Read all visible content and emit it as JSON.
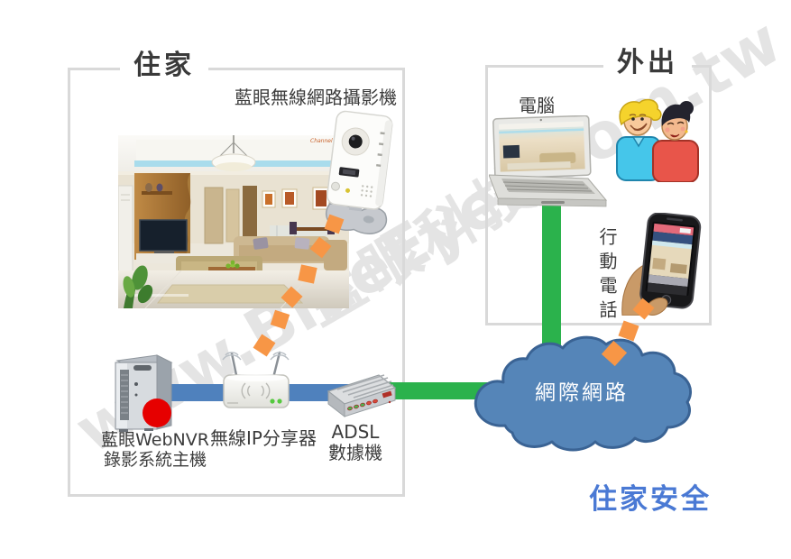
{
  "watermark": {
    "line1": "藍眼科技",
    "line2": "www.BlueEyes.com.tw"
  },
  "zones": {
    "home": {
      "title": "住家"
    },
    "away": {
      "title": "外出"
    }
  },
  "labels": {
    "camera": "藍眼無線網路攝影機",
    "nvr_line1": "藍眼WebNVR",
    "nvr_line2": "錄影系統主機",
    "router": "無線IP分享器",
    "modem_line1": "ADSL",
    "modem_line2": "數據機",
    "computer": "電腦",
    "mobile": "行動電話",
    "internet": "網際網路",
    "caption": "住家安全",
    "photo_credit": "Channel"
  },
  "colors": {
    "accent_green": "#2bb24c",
    "accent_blue_line": "#4f81bd",
    "accent_orange": "#f79646",
    "cloud_fill": "#5585b8",
    "cloud_stroke": "#3a6394",
    "alert_red": "#e60000",
    "caption_blue": "#4a79d4",
    "zone_border": "#d9d9d9",
    "watermark_gray": "#e4e4e4"
  }
}
